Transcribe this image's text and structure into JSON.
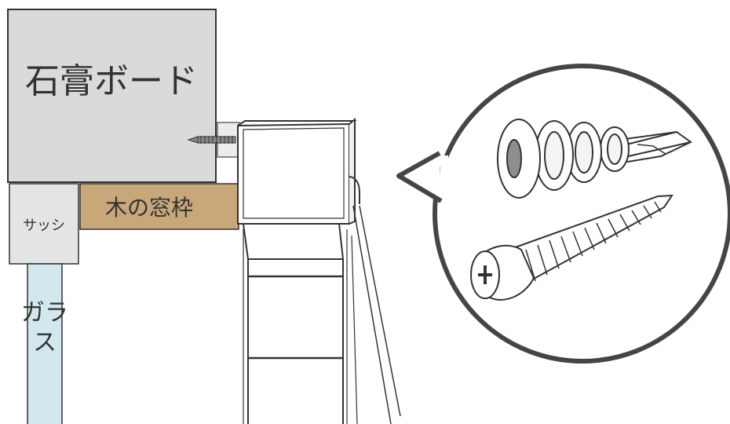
{
  "labels": {
    "gypsum_board": "石膏ボード",
    "sash": "サッシ",
    "wood_frame": "木の窓枠",
    "glass": "ガラ\nス"
  },
  "colors": {
    "gypsum_board": "#d9dada",
    "wood_frame": "#c8a878",
    "sash": "#e3e4e4",
    "glass": "#d2e7ee",
    "outline": "#333333",
    "bubble_outline": "#454545"
  },
  "icons": {
    "anchor": "drywall-anchor-icon",
    "screw": "screw-icon",
    "bracket": "curtain-rail-bracket-icon"
  }
}
